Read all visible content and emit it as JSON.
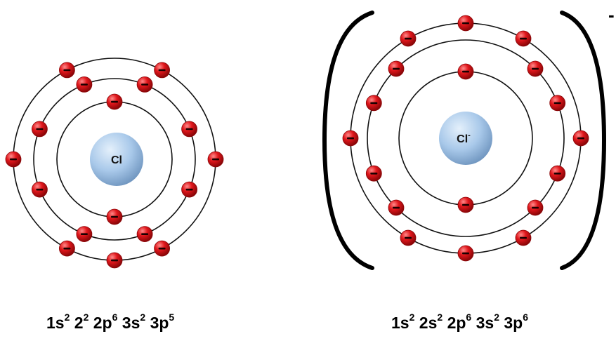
{
  "atom": {
    "nucleus_label": "Cl",
    "shells": [
      {
        "electrons": 2
      },
      {
        "electrons": 8
      },
      {
        "electrons": 7
      }
    ],
    "electron_symbol": "−",
    "configuration": [
      {
        "base": "1s",
        "exp": "2"
      },
      {
        "base": "2",
        "exp": "2"
      },
      {
        "base": "2p",
        "exp": "6"
      },
      {
        "base": "3s",
        "exp": "2"
      },
      {
        "base": "3p",
        "exp": "5"
      }
    ]
  },
  "ion": {
    "nucleus_label": "Cl",
    "nucleus_superscript": "-",
    "charge_label": "-",
    "shells": [
      {
        "electrons": 2
      },
      {
        "electrons": 8
      },
      {
        "electrons": 8
      }
    ],
    "electron_symbol": "−",
    "configuration": [
      {
        "base": "1s",
        "exp": "2"
      },
      {
        "base": "2s",
        "exp": "2"
      },
      {
        "base": "2p",
        "exp": "6"
      },
      {
        "base": "3s",
        "exp": "2"
      },
      {
        "base": "3p",
        "exp": "6"
      }
    ]
  },
  "colors": {
    "electron": "#e0161b",
    "electron_dark": "#8a0608",
    "nucleus": "#a9c9ea",
    "nucleus_dark": "#6f95bf"
  }
}
